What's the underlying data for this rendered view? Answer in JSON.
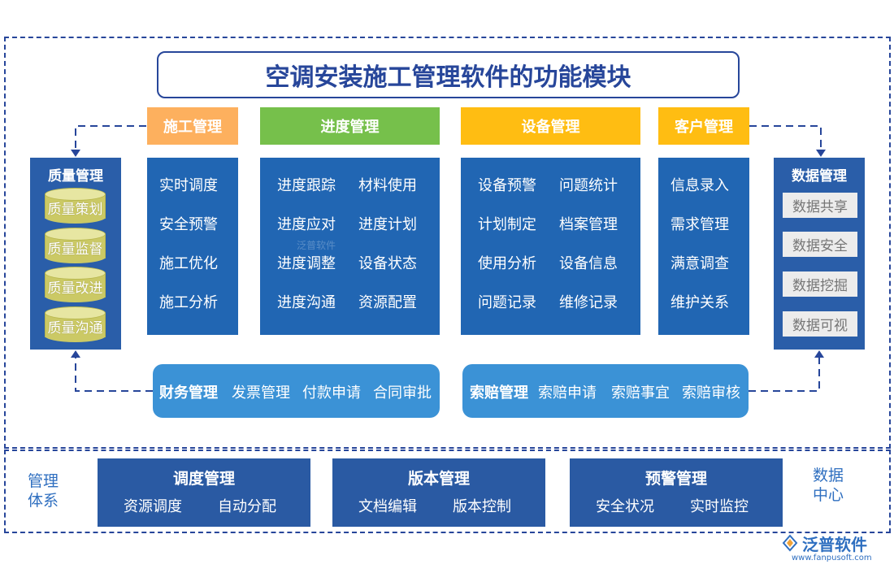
{
  "title": "空调安装施工管理软件的功能模块",
  "modules": {
    "construction": {
      "header": "施工管理",
      "color": "#fdb05e",
      "items": [
        "实时调度",
        "安全预警",
        "施工优化",
        "施工分析"
      ]
    },
    "progress": {
      "header": "进度管理",
      "color": "#76c04b",
      "items": [
        "进度跟踪",
        "材料使用",
        "进度应对",
        "进度计划",
        "进度调整",
        "设备状态",
        "进度沟通",
        "资源配置"
      ]
    },
    "equipment": {
      "header": "设备管理",
      "color": "#ffbd12",
      "items": [
        "设备预警",
        "问题统计",
        "计划制定",
        "档案管理",
        "使用分析",
        "设备信息",
        "问题记录",
        "维修记录"
      ]
    },
    "customer": {
      "header": "客户管理",
      "color": "#ffbd12",
      "items": [
        "信息录入",
        "需求管理",
        "满意调查",
        "维护关系"
      ]
    }
  },
  "quality": {
    "title": "质量管理",
    "items": [
      "质量策划",
      "质量监督",
      "质量改进",
      "质量沟通"
    ]
  },
  "data_mgmt": {
    "title": "数据管理",
    "items": [
      "数据共享",
      "数据安全",
      "数据挖掘",
      "数据可视"
    ]
  },
  "finance": {
    "title": "财务管理",
    "items": [
      "发票管理",
      "付款申请",
      "合同审批"
    ]
  },
  "claims": {
    "title": "索赔管理",
    "items": [
      "索赔申请",
      "索赔事宜",
      "索赔审核"
    ]
  },
  "bottom": {
    "left_label": "管理体系",
    "right_label": "数据中心",
    "boxes": [
      {
        "title": "调度管理",
        "items": [
          "资源调度",
          "自动分配"
        ]
      },
      {
        "title": "版本管理",
        "items": [
          "文档编辑",
          "版本控制"
        ]
      },
      {
        "title": "预警管理",
        "items": [
          "安全状况",
          "实时监控"
        ]
      }
    ]
  },
  "logo": {
    "name": "泛普软件",
    "url": "www.fanpusoft.com"
  },
  "watermark": "泛普软件",
  "colors": {
    "primary": "#2166b3",
    "border": "#27469a",
    "pill": "#3b92d6",
    "cylinder": "#cbc965"
  }
}
